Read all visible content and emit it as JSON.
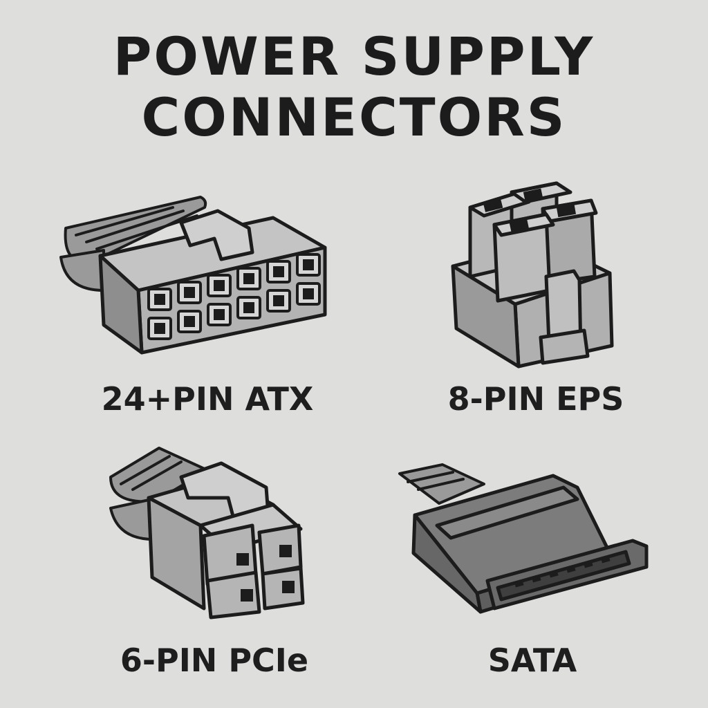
{
  "title": {
    "line1": "POWER SUPPLY",
    "line2": "CONNECTORS"
  },
  "connectors": [
    {
      "label": "24+PIN ATX",
      "icon": "atx-24-pin-connector-icon"
    },
    {
      "label": "8-PIN EPS",
      "icon": "eps-8-pin-connector-icon"
    },
    {
      "label": "6-PIN PCIe",
      "icon": "pcie-6-pin-connector-icon"
    },
    {
      "label": "SATA",
      "icon": "sata-connector-icon"
    }
  ],
  "colors": {
    "background": "#dededd",
    "ink": "#1c1c1c",
    "plastic_light": "#bdbdbd",
    "plastic_mid": "#a9a9a9",
    "plastic_dark": "#6e6e6e"
  }
}
